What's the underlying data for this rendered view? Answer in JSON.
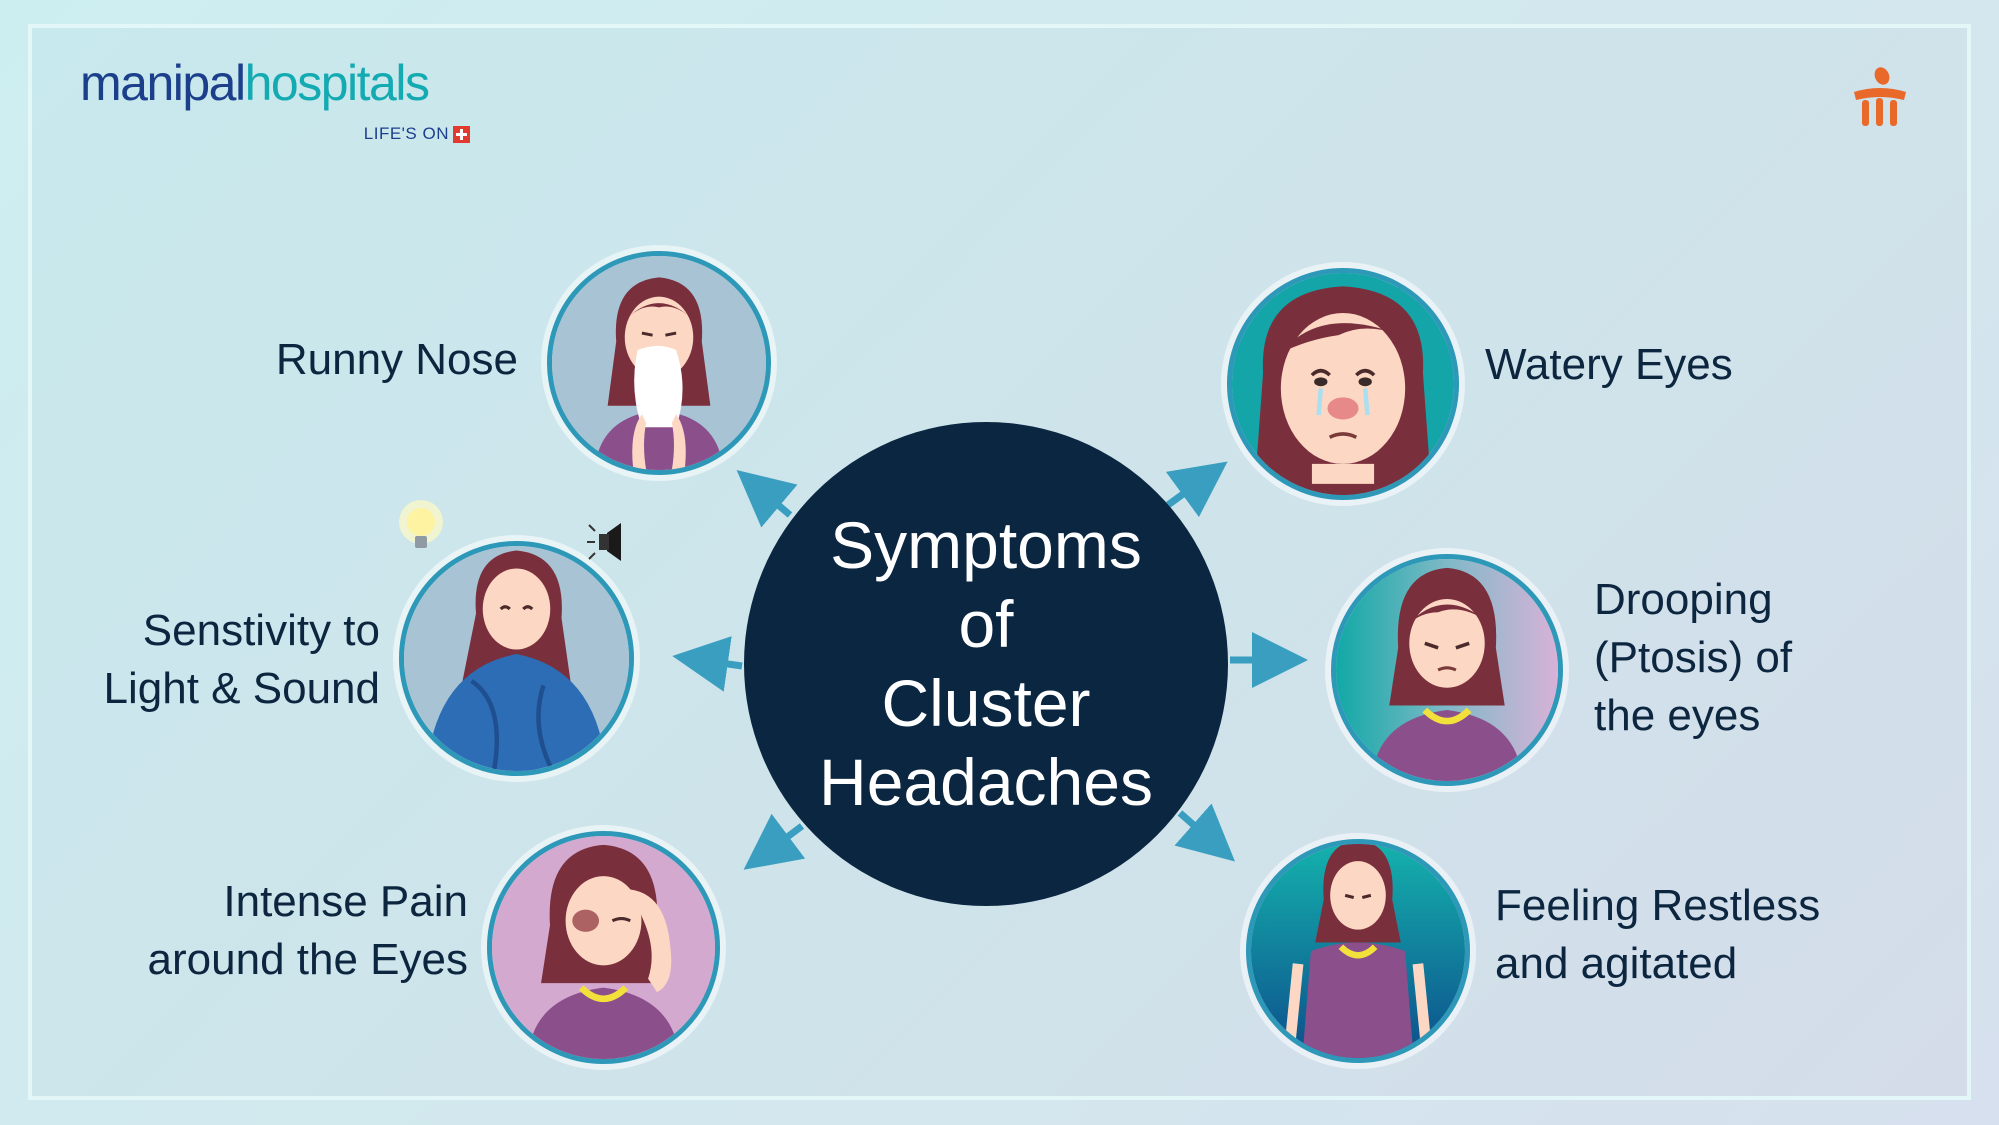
{
  "logo": {
    "word_part1": "manipal",
    "word_part2": "hospitals",
    "tagline": "LIFE'S ON"
  },
  "corner_mark_icon": "manipal-emblem-icon",
  "hub": {
    "lines": [
      "Symptoms",
      "of",
      "Cluster",
      "Headaches"
    ]
  },
  "symptoms": {
    "runny_nose": {
      "lines": [
        "Runny Nose"
      ],
      "icon": "runny-nose-illustration"
    },
    "watery_eyes": {
      "lines": [
        "Watery Eyes"
      ],
      "icon": "watery-eyes-illustration"
    },
    "sensitivity": {
      "lines": [
        "Senstivity to",
        "Light & Sound"
      ],
      "icon": "light-sound-sensitivity-illustration"
    },
    "drooping": {
      "lines": [
        "Drooping",
        "(Ptosis) of",
        "the eyes"
      ],
      "icon": "drooping-eyes-illustration"
    },
    "intense_pain": {
      "lines": [
        "Intense Pain",
        "around the Eyes"
      ],
      "icon": "eye-pain-illustration"
    },
    "restless": {
      "lines": [
        "Feeling Restless",
        "and agitated"
      ],
      "icon": "restless-illustration"
    }
  },
  "colors": {
    "hub": "#0b2640",
    "arrow": "#3a9ec0",
    "ring": "#2e98b8",
    "brand_dark": "#1c3f8c",
    "brand_teal": "#14aab2",
    "hair": "#7a2f3d",
    "skin": "#fcd7c3",
    "shirt": "#8b4f8c"
  }
}
